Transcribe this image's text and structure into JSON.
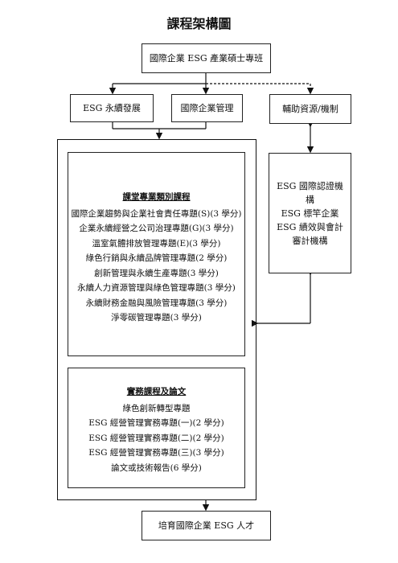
{
  "title": "課程架構圖",
  "top_box": "國際企業 ESG 產業碩士專班",
  "esg_box": "ESG 永續發展",
  "intl_box": "國際企業管理",
  "support_box": "輔助資源/機制",
  "support_detail": [
    "ESG 國際認證機構",
    "ESG 標竿企業",
    "ESG 績效與會計審計機構"
  ],
  "course_panel": {
    "heading": "課堂專業類別課程",
    "items": [
      "國際企業趨勢與企業社會責任專題(S)(3 學分)",
      "企業永續經營之公司治理專題(G)(3 學分)",
      "溫室氣體排放管理專題(E)(3 學分)",
      "綠色行銷與永續品牌管理專題(2 學分)",
      "創新管理與永續生產專題(3 學分)",
      "永續人力資源管理與綠色管理專題(3 學分)",
      "永續財務金融與風險管理專題(3 學分)",
      "淨零碳管理專題(3 學分)"
    ]
  },
  "practice_panel": {
    "heading": "實務課程及論文",
    "items": [
      "綠色創新轉型專題",
      "ESG 經營管理實務專題(一)(2 學分)",
      "ESG 經營管理實務專題(二)(2 學分)",
      "ESG 經營管理實務專題(三)(3 學分)",
      "論文或技術報告(6 學分)"
    ]
  },
  "bottom_box": "培育國際企業 ESG 人才"
}
